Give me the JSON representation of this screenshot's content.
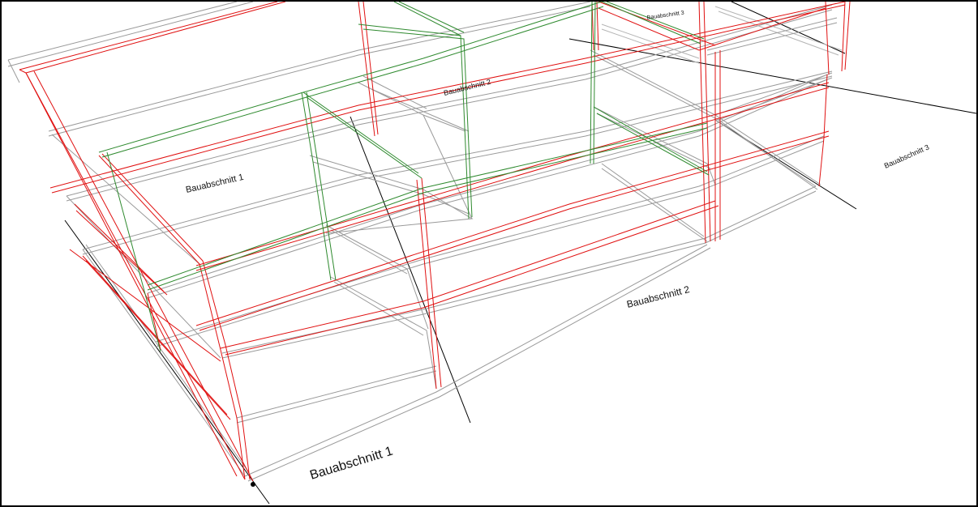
{
  "labels": {
    "bauabschnitt_1_main": "Bauabschnitt 1",
    "bauabschnitt_1_upper": "Bauabschnitt 1",
    "bauabschnitt_2_main": "Bauabschnitt 2",
    "bauabschnitt_2_upper": "Bauabschnitt 2",
    "bauabschnitt_3_side": "Bauabschnitt 3",
    "bauabschnitt_3_top": "Bauabschnitt 3"
  },
  "colors": {
    "frame_grey": "#9a9a9a",
    "section_1_red": "#e01010",
    "section_2_green": "#2f8a2f",
    "gridline_black": "#000000"
  }
}
